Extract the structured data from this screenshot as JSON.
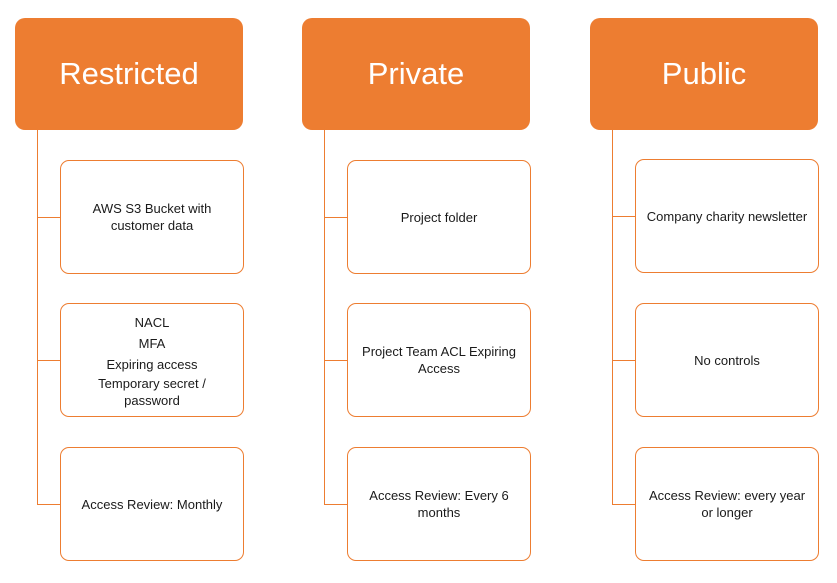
{
  "columns": [
    {
      "title": "Restricted",
      "items": [
        {
          "lines": [
            "AWS S3 Bucket with",
            "customer data"
          ]
        },
        {
          "lines": [
            "NACL",
            "MFA",
            "Expiring access",
            "Temporary secret /",
            "password"
          ]
        },
        {
          "lines": [
            "Access Review: Monthly"
          ]
        }
      ]
    },
    {
      "title": "Private",
      "items": [
        {
          "lines": [
            "Project folder"
          ]
        },
        {
          "lines": [
            "Project Team ACL Expiring",
            "Access"
          ]
        },
        {
          "lines": [
            "Access Review: Every 6",
            "months"
          ]
        }
      ]
    },
    {
      "title": "Public",
      "items": [
        {
          "lines": [
            "Company charity newsletter"
          ]
        },
        {
          "lines": [
            "No controls"
          ]
        },
        {
          "lines": [
            "Access Review: every year",
            "or longer"
          ]
        }
      ]
    }
  ],
  "colors": {
    "accent": "#ED7D31",
    "text": "#1a1a1a"
  }
}
